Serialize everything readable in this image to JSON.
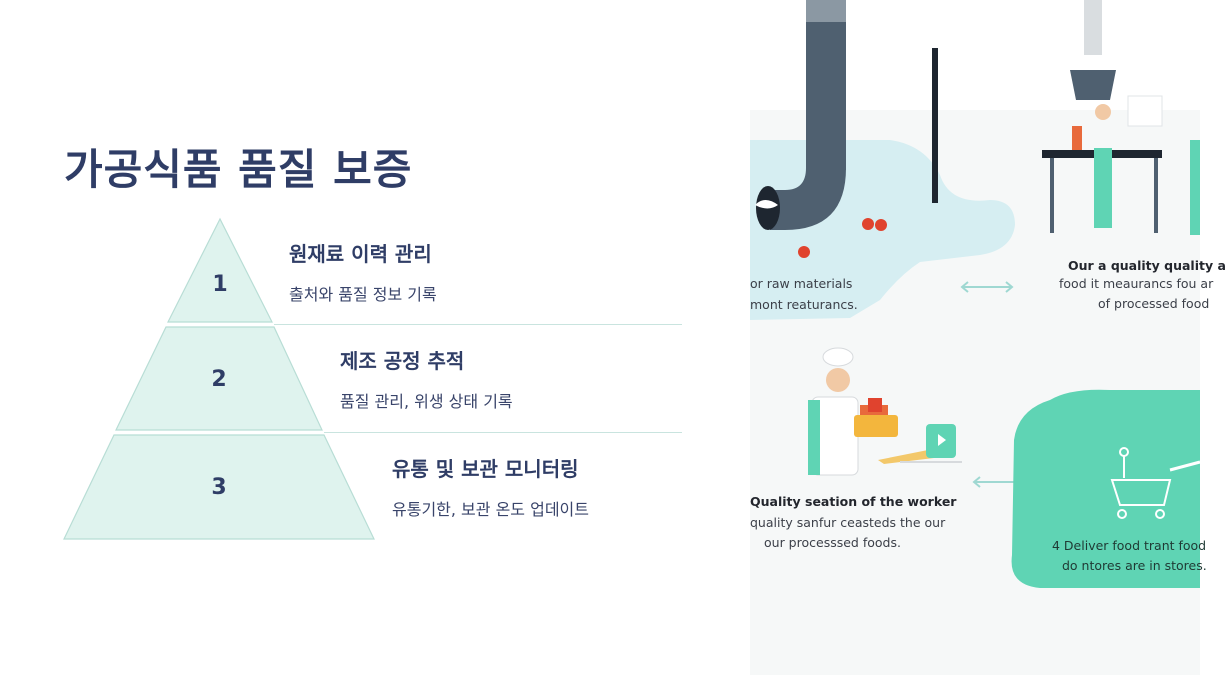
{
  "slide": {
    "title": "가공식품 품질 보증",
    "levels": [
      {
        "number": "1",
        "title": "원재료 이력 관리",
        "description": "출처와 품질 정보 기록"
      },
      {
        "number": "2",
        "title": "제조 공정 추적",
        "description": "품질 관리, 위생 상태 기록"
      },
      {
        "number": "3",
        "title": "유통 및 보관 모니터링",
        "description": "유통기한, 보관 온도 업데이트"
      }
    ]
  },
  "illustration": {
    "top_left_lines": [
      "or raw materials",
      "mont reaturancs."
    ],
    "top_right_lines": [
      "Our a quality quality a",
      "food it meaurancs fou ar",
      "of processed food"
    ],
    "mid_left_lines": [
      "Quality seation of the worker",
      "quality sanfur ceasteds the our",
      "our processsed foods."
    ],
    "bottom_right_lines": [
      "4 Deliver food trant food",
      "do ntores are in stores."
    ]
  },
  "colors": {
    "primary_text": "#2f3d66",
    "pyramid_fill": "#dff3ee",
    "pyramid_stroke": "#b8ddd5",
    "mint": "#5fd4b4",
    "light_blue": "#d6eef2",
    "pipe": "#4f6070"
  }
}
